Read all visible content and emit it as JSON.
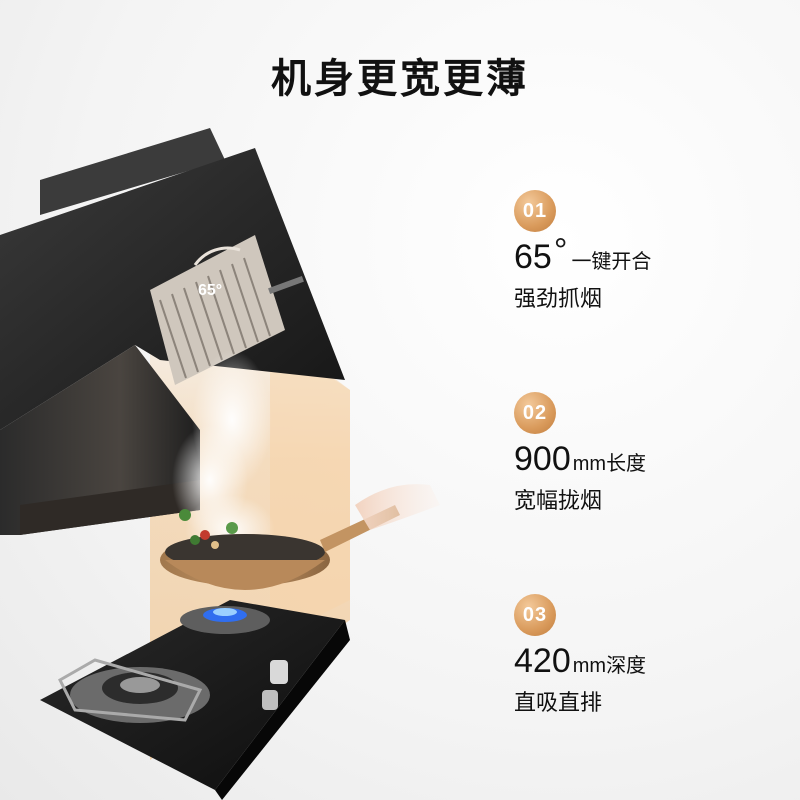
{
  "title": "机身更宽更薄",
  "illustration": {
    "angle_label": "65°",
    "accent_color": "#d99a5b",
    "hood_color": "#2a2a2a"
  },
  "features": [
    {
      "number": "01",
      "value": "65",
      "degree": "°",
      "unit": "",
      "text": "一键开合",
      "subtitle": "强劲抓烟"
    },
    {
      "number": "02",
      "value": "900",
      "degree": "",
      "unit": "mm",
      "text": "长度",
      "subtitle": "宽幅拢烟"
    },
    {
      "number": "03",
      "value": "420",
      "degree": "",
      "unit": "mm",
      "text": "深度",
      "subtitle": "直吸直排"
    }
  ]
}
